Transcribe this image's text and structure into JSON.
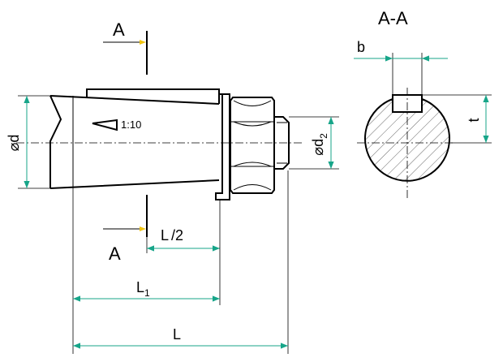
{
  "section_title": "A-A",
  "section_marker_top": "A",
  "section_marker_bottom": "A",
  "taper_ratio": "1:10",
  "dims": {
    "d": "⌀d",
    "d2_prefix": "⌀d",
    "d2_sub": "2",
    "l_half_prefix": "L",
    "l_half_suffix": "/2",
    "l1_prefix": "L",
    "l1_sub": "1",
    "l_total": "L",
    "b": "b",
    "t": "t"
  },
  "colors": {
    "dimension": "#17a589",
    "arrow_tip": "#f1c40f",
    "outline": "#000000"
  }
}
